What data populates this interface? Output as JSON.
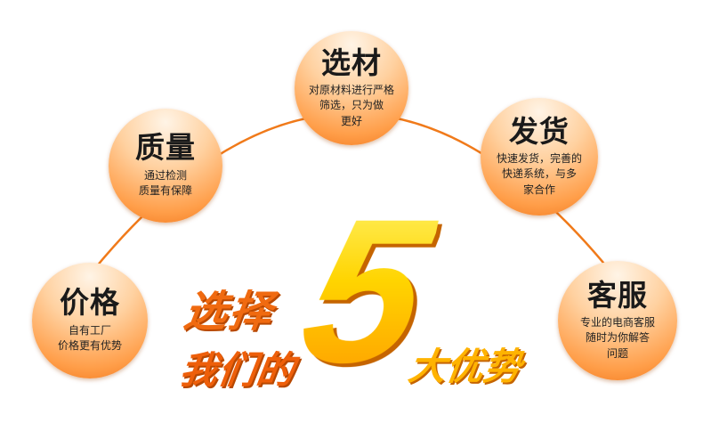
{
  "advantages": [
    {
      "title": "选材",
      "desc": "对原材料进行严格\n筛选，只为做\n更好"
    },
    {
      "title": "质量",
      "desc": "通过检测\n质量有保障"
    },
    {
      "title": "发货",
      "desc": "快速发货，完善的\n快递系统，与多\n家合作"
    },
    {
      "title": "价格",
      "desc": "自有工厂\n价格更有优势"
    },
    {
      "title": "客服",
      "desc": "专业的电商客服\n随时为你解答\n问题"
    }
  ],
  "slogan": {
    "line1": "选择",
    "line2": "我们的",
    "number": "5",
    "tail": "大优势"
  },
  "colors": {
    "arc": "#f07a1a",
    "accent_orange": "#ee5f0a",
    "number_yellow": "#ffc400"
  }
}
